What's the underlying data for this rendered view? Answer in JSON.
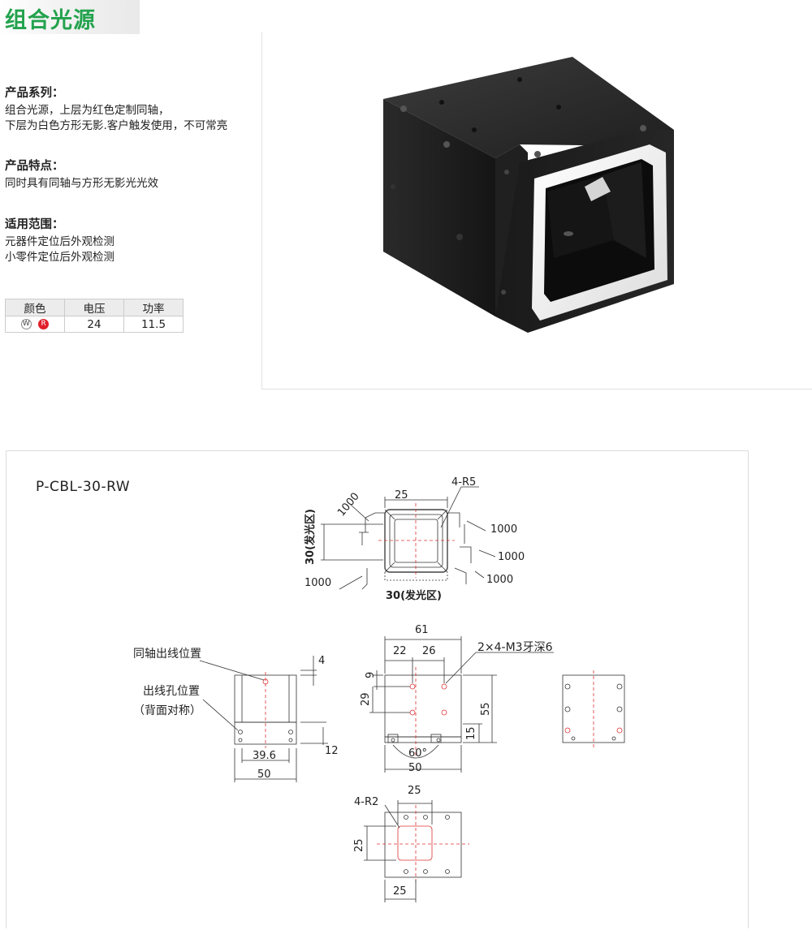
{
  "title": "组合光源",
  "series": {
    "heading": "产品系列：",
    "lines": [
      "组合光源，上层为红色定制同轴，",
      "下层为白色方形无影.客户触发使用，不可常亮"
    ]
  },
  "features": {
    "heading": "产品特点：",
    "lines": [
      "同时具有同轴与方形无影光光效"
    ]
  },
  "scope": {
    "heading": "适用范围：",
    "lines": [
      "元器件定位后外观检测",
      "小零件定位后外观检测"
    ]
  },
  "spec_table": {
    "headers": [
      "颜色",
      "电压",
      "功率"
    ],
    "color_badges": [
      "W",
      "R"
    ],
    "voltage": "24",
    "power": "11.5"
  },
  "drawing": {
    "model": "P-CBL-30-RW",
    "top_view": {
      "dim_25": "25",
      "radius": "4-R5",
      "cable_1": "1000",
      "cable_2": "1000",
      "cable_3": "1000",
      "cable_4": "1000",
      "cable_5": "1000",
      "area_h": "30(发光区)",
      "area_v": "30(发光区)"
    },
    "side_view": {
      "coax_label": "同轴出线位置",
      "hole_label": "出线孔位置",
      "back_label": "（背面对称）",
      "dim_4": "4",
      "dim_39_6": "39.6",
      "dim_12": "12",
      "dim_50": "50"
    },
    "front_view": {
      "dim_61": "61",
      "dim_22": "22",
      "dim_26": "26",
      "screw": "2×4-M3牙深6",
      "dim_9": "9",
      "dim_29": "29",
      "dim_55": "55",
      "dim_15": "15",
      "angle": "60°",
      "dim_50": "50"
    },
    "bottom_view": {
      "dim_25_top": "25",
      "radius": "4-R2",
      "dim_25_left": "25",
      "dim_25_bottom": "25"
    }
  }
}
